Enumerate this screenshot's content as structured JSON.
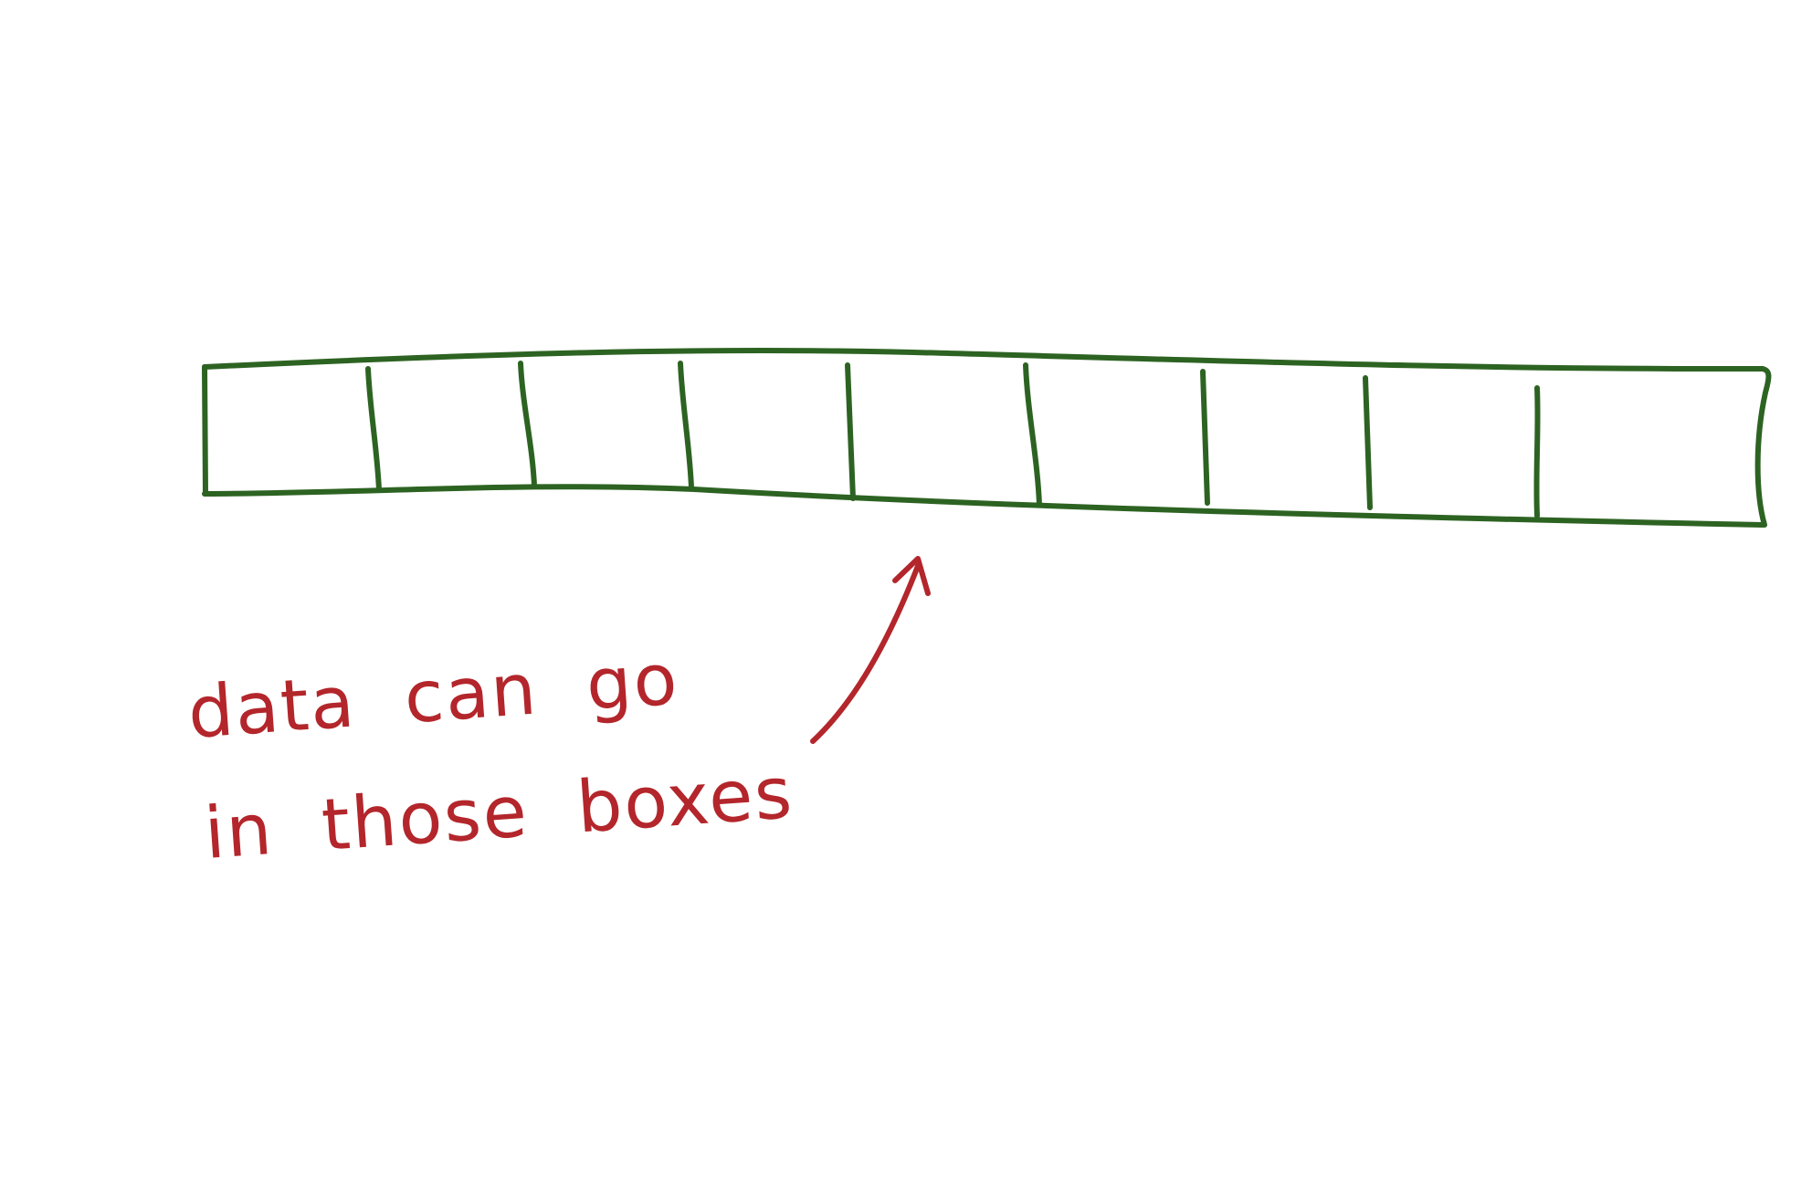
{
  "colors": {
    "background": "#ffffff",
    "array_stroke": "#2d6322",
    "annotation": "#b3262b"
  },
  "array": {
    "cell_count": 10
  },
  "annotation": {
    "line1": "data  can  go",
    "line2": "in  those  boxes"
  }
}
